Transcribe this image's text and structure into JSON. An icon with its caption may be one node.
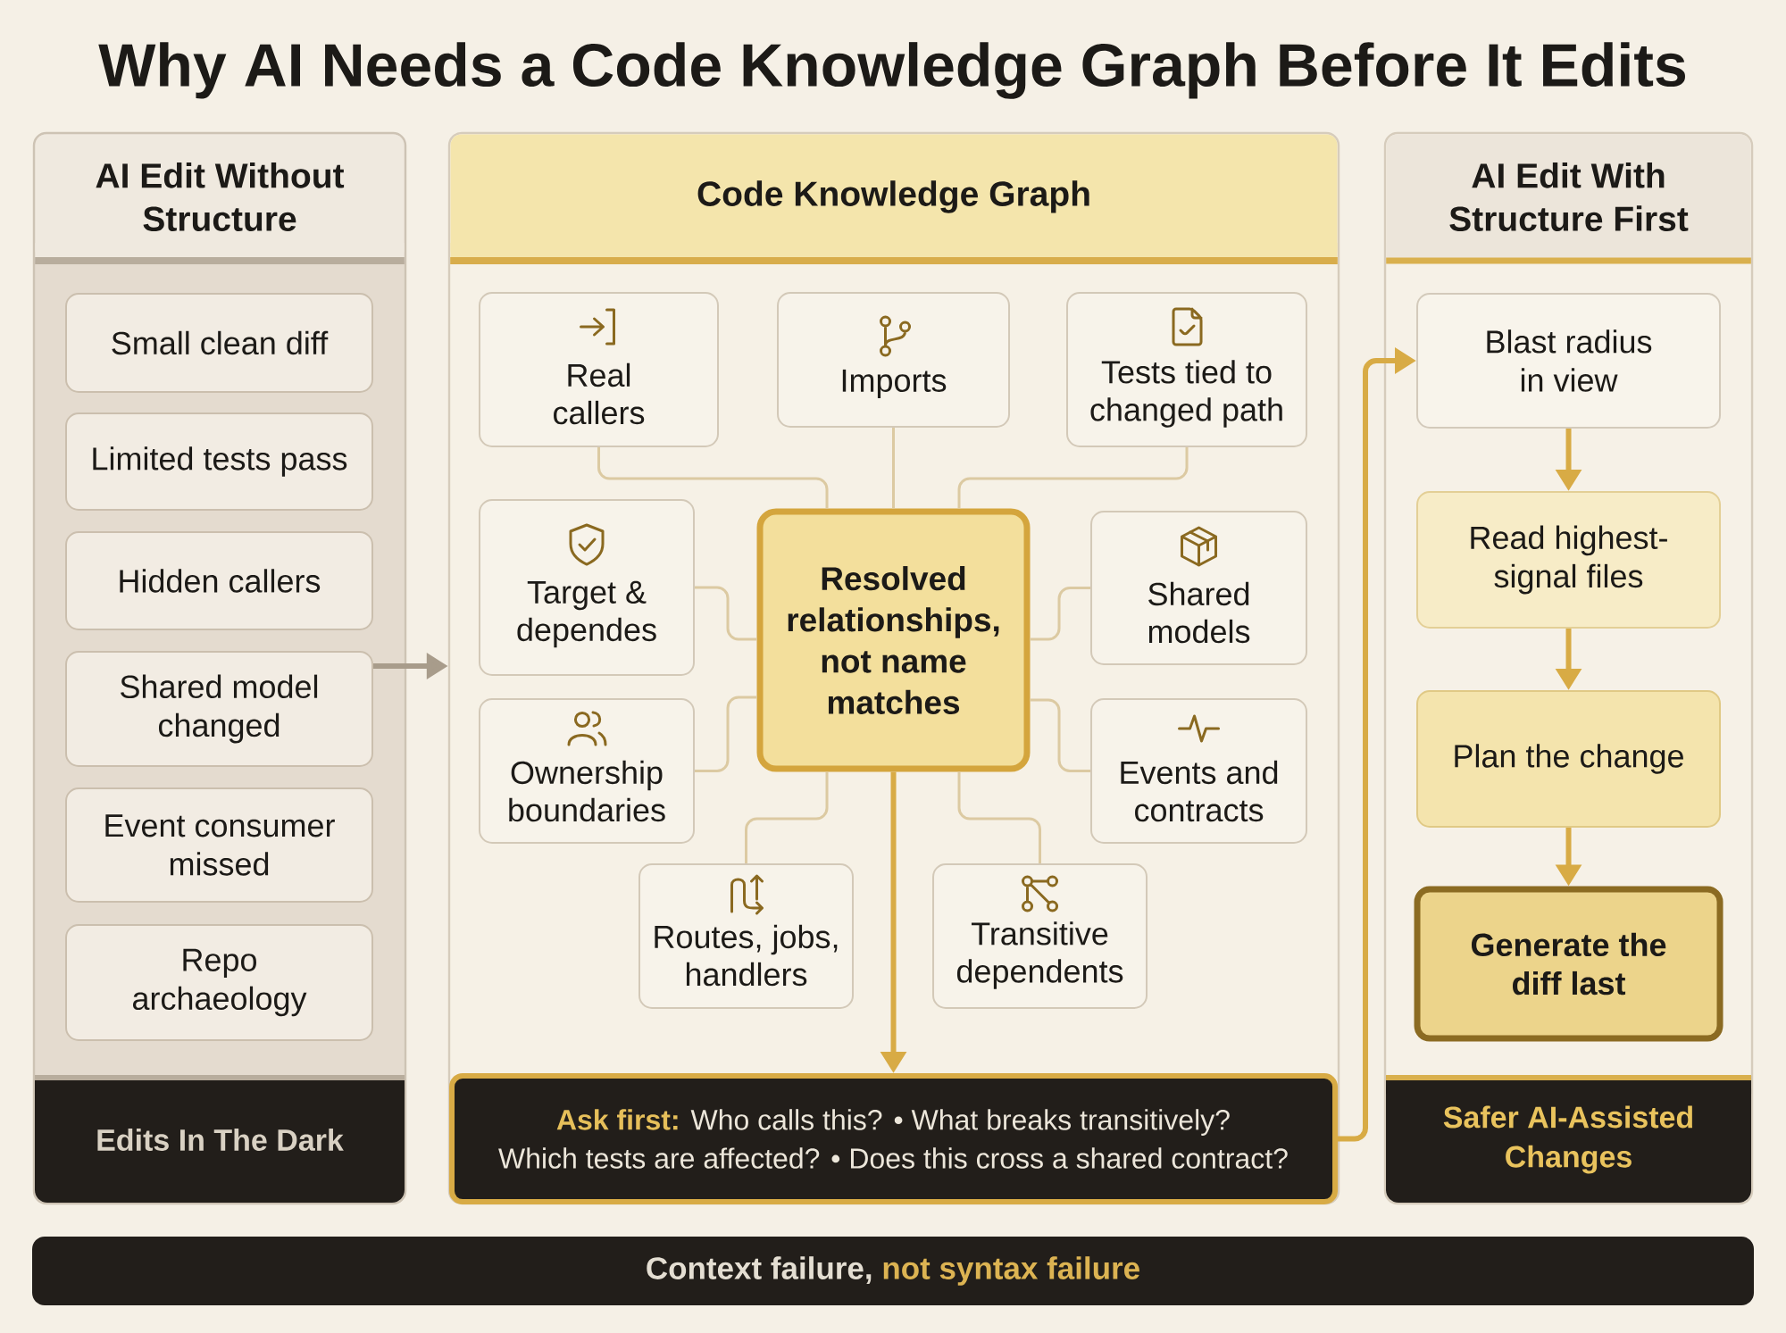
{
  "diagram": {
    "title": "Why AI Needs a Code Knowledge Graph Before It Edits",
    "nodes": [
      {
        "text": [
          "AI Edit Without Structure"
        ]
      },
      {
        "text": [
          "Small clean diff"
        ],
        "in": 0
      },
      {
        "text": [
          "Limited tests pass"
        ],
        "in": 0
      },
      {
        "text": [
          "Hidden callers"
        ],
        "in": 0
      },
      {
        "text": [
          "Shared model changed"
        ],
        "in": 0
      },
      {
        "text": [
          "Event consumer missed"
        ],
        "in": 0
      },
      {
        "text": [
          "Repo archaeology"
        ],
        "in": 0
      },
      {
        "text": [
          "Edits In The Dark"
        ],
        "in": 0
      },
      {
        "text": [
          "Code Knowledge Graph"
        ]
      },
      {
        "text": [
          "Real callers"
        ],
        "in": 8
      },
      {
        "text": [
          "Imports"
        ],
        "in": 8
      },
      {
        "text": [
          "Tests tied to changed path"
        ],
        "in": 8
      },
      {
        "text": [
          "Target & dependes"
        ],
        "in": 8
      },
      {
        "text": [
          "Resolved relationships, not name matches"
        ],
        "in": 8
      },
      {
        "text": [
          "Shared models"
        ],
        "in": 8
      },
      {
        "text": [
          "Ownership boundaries"
        ],
        "in": 8
      },
      {
        "text": [
          "Events and contracts"
        ],
        "in": 8
      },
      {
        "text": [
          "Routes, jobs, handlers"
        ],
        "in": 8
      },
      {
        "text": [
          "Transitive dependents"
        ],
        "in": 8
      },
      {
        "text": [
          "Ask first:",
          "Who calls this? • What breaks transitively?",
          "Which tests are affected? • Does this cross a shared contract?"
        ],
        "in": 8
      },
      {
        "text": [
          "AI Edit With Structure First"
        ]
      },
      {
        "text": [
          "Blast radius in view"
        ],
        "in": 20
      },
      {
        "text": [
          "Read highest-signal files"
        ],
        "in": 20
      },
      {
        "text": [
          "Plan the change"
        ],
        "in": 20
      },
      {
        "text": [
          "Generate the diff last"
        ],
        "in": 20
      },
      {
        "text": [
          "Safer AI-Assisted Changes"
        ],
        "in": 20
      },
      {
        "text": [
          "Context failure,",
          "not syntax failure"
        ]
      }
    ],
    "edges": [
      {
        "from": 4,
        "to": 8,
        "arrow": "to",
        "style": "thick",
        "color": "#a89c8b"
      },
      {
        "from": 9,
        "to": 13,
        "arrow": "none"
      },
      {
        "from": 10,
        "to": 13,
        "arrow": "none"
      },
      {
        "from": 11,
        "to": 13,
        "arrow": "none"
      },
      {
        "from": 12,
        "to": 13,
        "arrow": "none"
      },
      {
        "from": 14,
        "to": 13,
        "arrow": "none"
      },
      {
        "from": 15,
        "to": 13,
        "arrow": "none"
      },
      {
        "from": 16,
        "to": 13,
        "arrow": "none"
      },
      {
        "from": 17,
        "to": 13,
        "arrow": "none"
      },
      {
        "from": 18,
        "to": 13,
        "arrow": "none"
      },
      {
        "from": 13,
        "to": 19,
        "arrow": "to",
        "style": "thick",
        "color": "#d8ab45"
      },
      {
        "from": 19,
        "to": 21,
        "arrow": "to",
        "style": "thick",
        "color": "#d8ab45"
      },
      {
        "from": 21,
        "to": 22,
        "arrow": "to",
        "style": "thick",
        "color": "#d8ab45"
      },
      {
        "from": 22,
        "to": 23,
        "arrow": "to",
        "style": "thick",
        "color": "#d8ab45"
      },
      {
        "from": 23,
        "to": 24,
        "arrow": "to",
        "style": "thick",
        "color": "#d8ab45"
      }
    ]
  }
}
